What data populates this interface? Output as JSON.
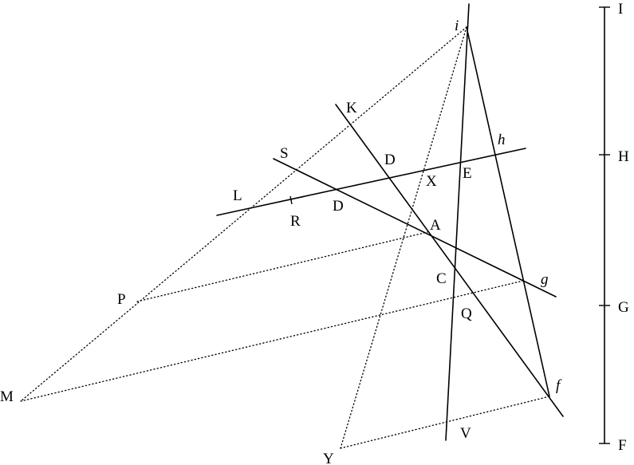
{
  "points": {
    "I": "I",
    "H": "H",
    "G": "G",
    "F": "F",
    "i": "i",
    "h": "h",
    "g": "g",
    "f": "f",
    "K": "K",
    "S": "S",
    "L": "L",
    "R": "R",
    "D_upper": "D",
    "D_lower": "D",
    "X": "X",
    "E": "E",
    "A": "A",
    "C": "C",
    "Q": "Q",
    "P": "P",
    "M": "M",
    "V": "V",
    "Y": "Y"
  },
  "italic_labels": [
    "i",
    "h",
    "g",
    "f"
  ]
}
